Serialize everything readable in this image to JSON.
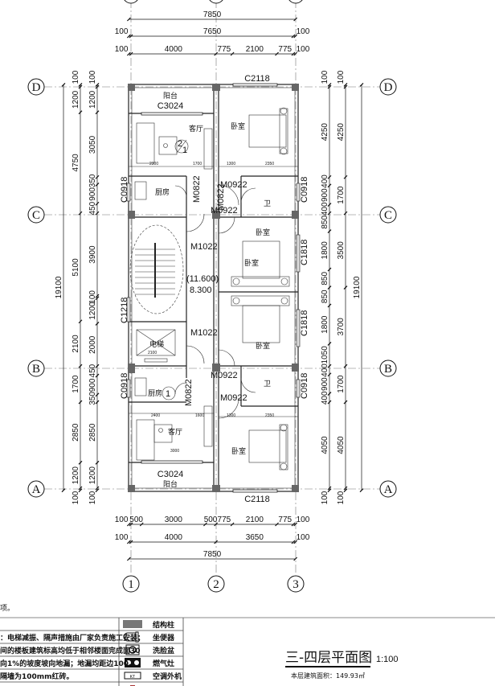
{
  "axes": {
    "columns": [
      "1",
      "2",
      "3"
    ],
    "rows": [
      "D",
      "C",
      "B",
      "A"
    ]
  },
  "dimensions": {
    "top": [
      [
        "7850"
      ],
      [
        "100",
        "7650",
        "100"
      ],
      [
        "100",
        "4000",
        "775",
        "2100",
        "775",
        "100"
      ]
    ],
    "bottom": [
      [
        "100",
        "500",
        "3000",
        "500",
        "775",
        "2100",
        "775",
        "100"
      ],
      [
        "100",
        "4000",
        "3650",
        "100"
      ],
      [
        "7850"
      ]
    ],
    "left": [
      [
        "19100"
      ],
      [
        "100",
        "1200",
        "4750",
        "5100",
        "2100",
        "1700",
        "2850",
        "1200",
        "100"
      ],
      [
        "100",
        "1200",
        "3050",
        "350",
        "900",
        "450",
        "3900",
        "100",
        "1200",
        "2000",
        "450",
        "900",
        "350",
        "2850",
        "1200",
        "100"
      ]
    ],
    "right": [
      [
        "100",
        "4250",
        "400",
        "900",
        "400",
        "850",
        "1800",
        "850",
        "850",
        "1800",
        "1050",
        "400",
        "900",
        "400",
        "4050",
        "100"
      ],
      [
        "100",
        "4250",
        "1700",
        "3500",
        "3700",
        "1700",
        "4050",
        "100"
      ],
      [
        "19100"
      ]
    ]
  },
  "rooms": {
    "balcony": "阳台",
    "living": "客厅",
    "kitchen": "厨房",
    "bedroom": "卧室",
    "bath": "卫",
    "elevator": "电梯"
  },
  "openings": {
    "c3024": "C3024",
    "c2118": "C2118",
    "c0918": "C0918",
    "c1218": "C1218",
    "c1818": "C1818",
    "m0822": "M0822",
    "m0922": "M0922",
    "m1022": "M1022"
  },
  "inner_dims": {
    "d2300": "2300",
    "d1700": "1700",
    "d1300": "1300",
    "d2350": "2350",
    "d2400": "2400",
    "d1600": "1600",
    "d3000": "3000",
    "d400": "400",
    "d2100": "2100",
    "d1050": "1050"
  },
  "levels": {
    "upper": "(11.600)",
    "lower": "8.300"
  },
  "detail_ref": {
    "top": "2",
    "bottom": "1"
  },
  "notes": {
    "top_fragment": "项。",
    "rows": [
      "",
      "：电梯减振、隔声措施由厂家负责施工安装；",
      "间的楼板建筑标高均低于相邻楼面完成面30",
      "向1%的坡度坡向地漏；地漏均距边100。",
      "隔墙为100mm红砖。",
      "…"
    ]
  },
  "legend": [
    {
      "icon": "structural-column",
      "label": "结构柱"
    },
    {
      "icon": "toilet",
      "label": "坐便器"
    },
    {
      "icon": "washbasin",
      "label": "洗脸盆"
    },
    {
      "icon": "gas-stove",
      "label": "燃气灶"
    },
    {
      "icon": "ac-unit",
      "label": "空调外机",
      "tag": "KT"
    },
    {
      "icon": "other",
      "label": "…"
    }
  ],
  "title": {
    "name": "三-四层平面图",
    "scale": "1:100",
    "area": "本层建筑面积：149.93㎡"
  }
}
